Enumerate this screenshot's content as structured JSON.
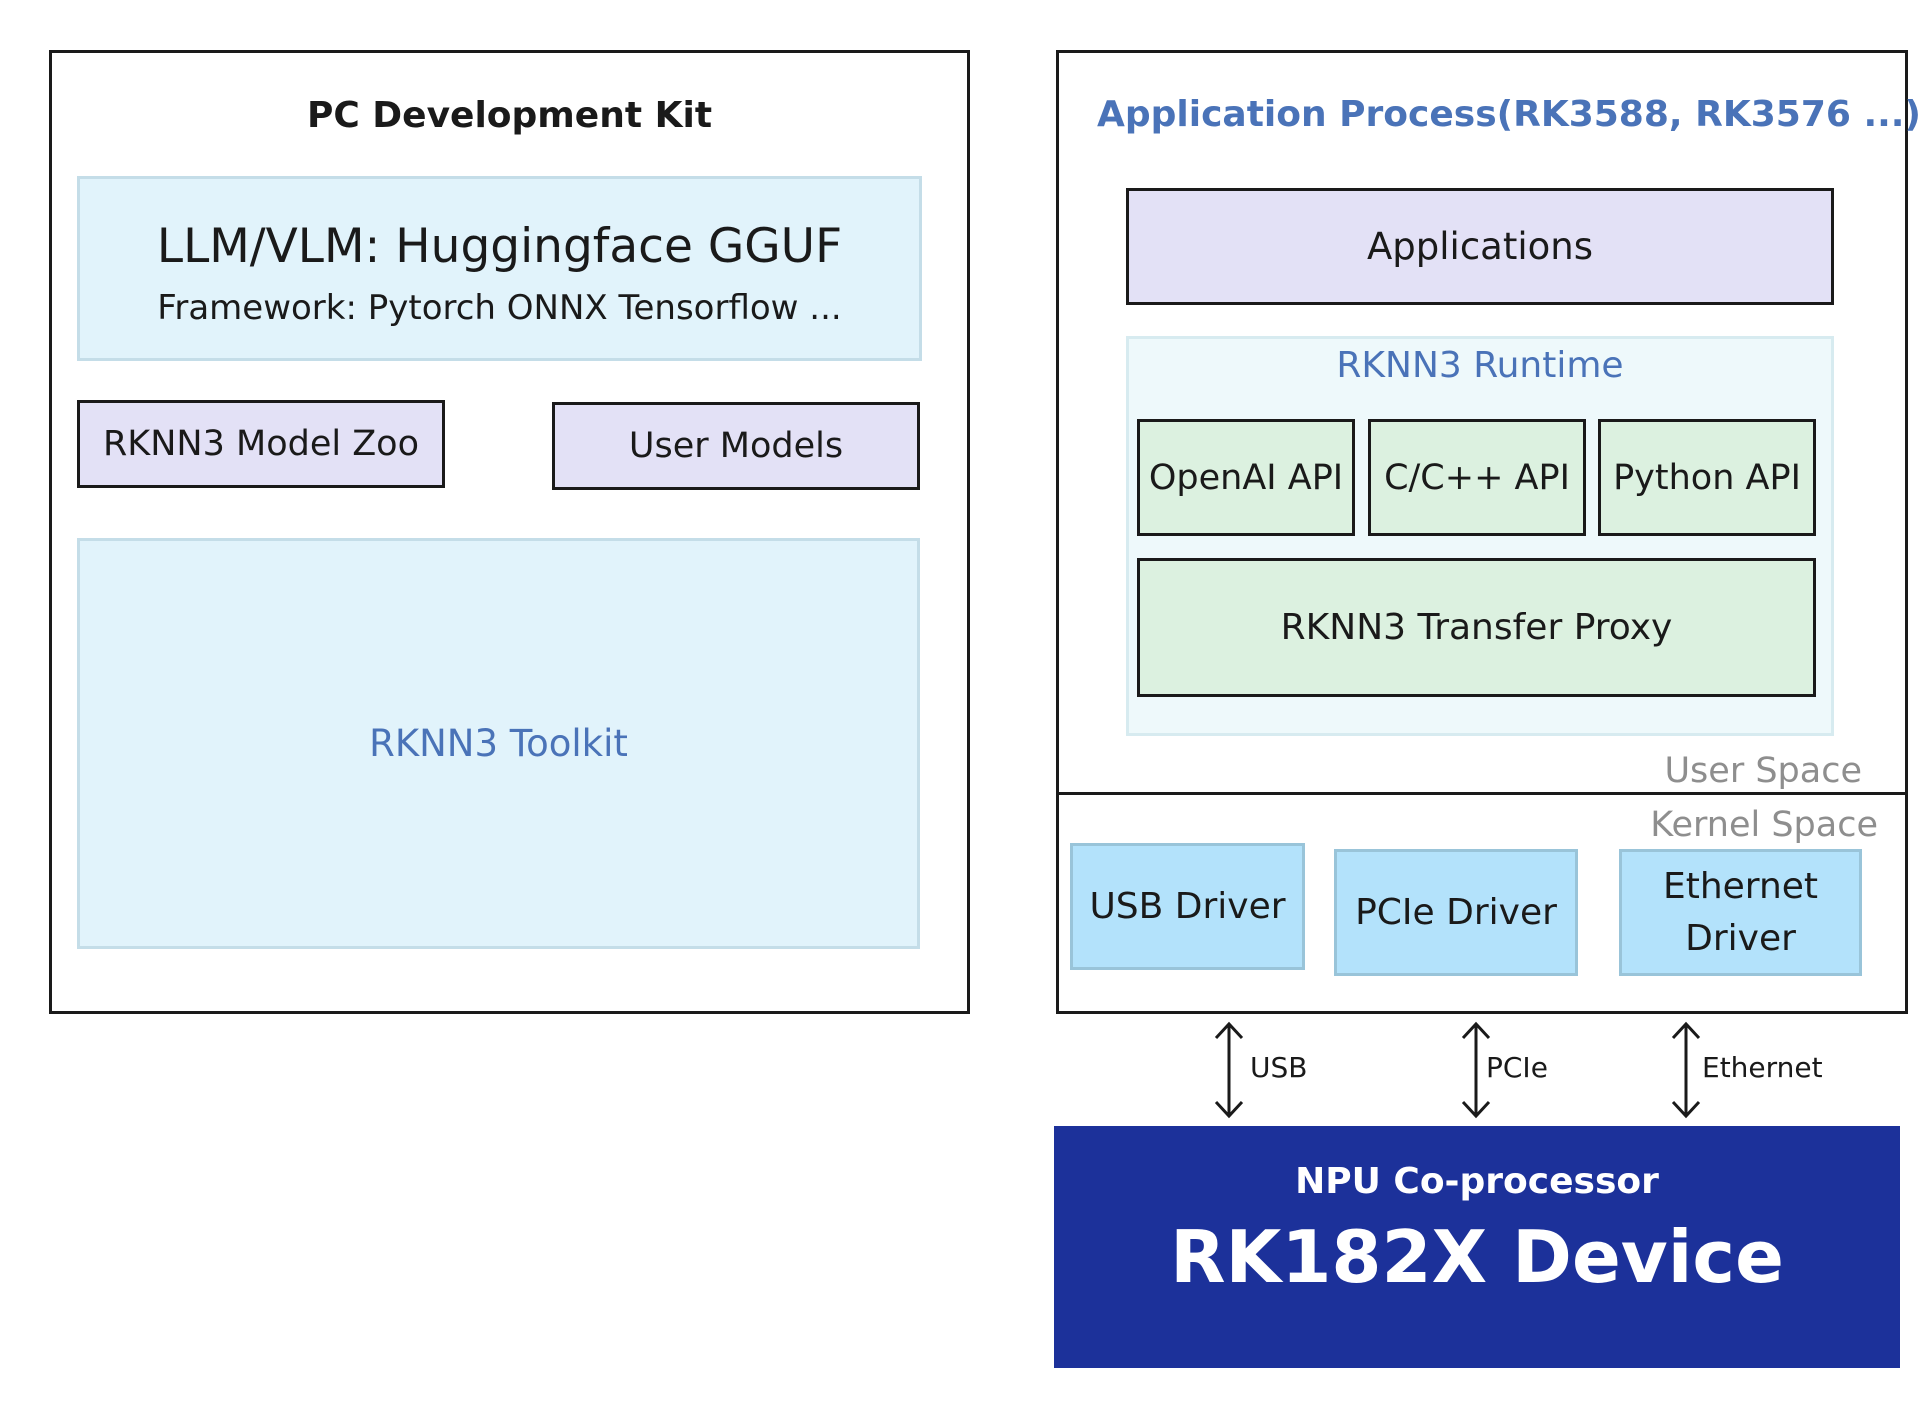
{
  "left_panel": {
    "title": "PC Development Kit",
    "frameworks": {
      "line1": "LLM/VLM: Huggingface  GGUF",
      "line2": "Framework: Pytorch  ONNX Tensorflow ..."
    },
    "model_zoo": "RKNN3 Model Zoo",
    "user_models": "User Models",
    "toolkit": "RKNN3 Toolkit"
  },
  "right_panel": {
    "title": "Application Process(RK3588, RK3576 ...)",
    "applications": "Applications",
    "runtime": {
      "title": "RKNN3 Runtime",
      "apis": [
        "OpenAI API",
        "C/C++ API",
        "Python API"
      ],
      "transfer_proxy": "RKNN3 Transfer Proxy"
    },
    "user_space": "User Space",
    "kernel_space": "Kernel Space",
    "drivers": {
      "usb": "USB Driver",
      "pcie": "PCIe Driver",
      "ethernet_line1": "Ethernet",
      "ethernet_line2": "Driver"
    }
  },
  "links": {
    "usb": "USB",
    "pcie": "PCIe",
    "ethernet": "Ethernet"
  },
  "device": {
    "subtitle": "NPU Co-processor",
    "title": "RK182X Device"
  },
  "colors": {
    "title_blue": "#4a73b8",
    "device_blue": "#1c319a",
    "app_purple": "#e3e1f6",
    "api_green": "#dcf1e0",
    "driver_blue": "#b3e2fb"
  }
}
